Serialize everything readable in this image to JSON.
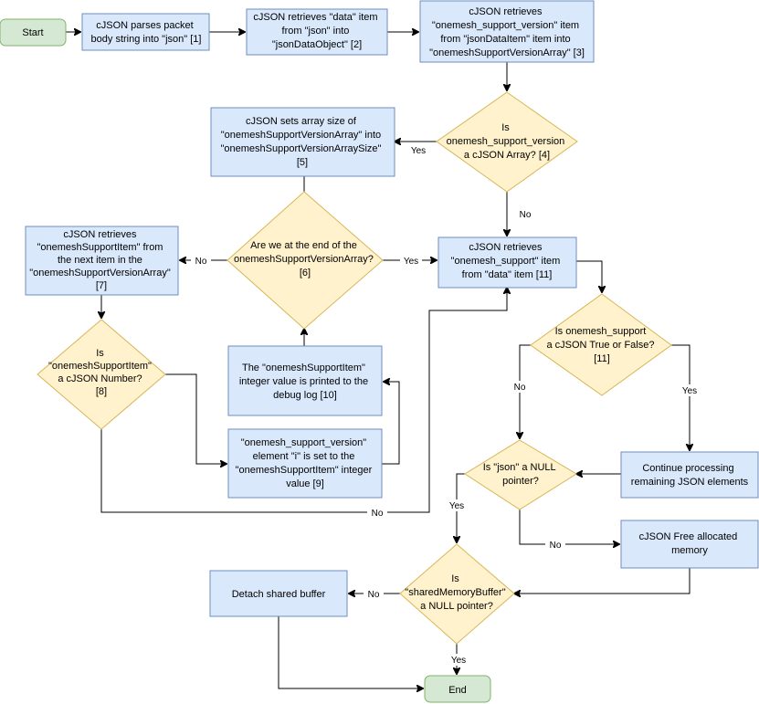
{
  "nodes": {
    "start": [
      "Start"
    ],
    "n1": [
      "cJSON parses packet",
      "body string into \"json\" [1]"
    ],
    "n2": [
      "cJSON retrieves \"data\" item",
      "from \"json\" into",
      "\"jsonDataObject\" [2]"
    ],
    "n3": [
      "cJSON retrieves",
      "\"onemesh_support_version\" item",
      "from \"jsonDataItem\" item into",
      "\"onemeshSupportVersionArray\" [3]"
    ],
    "d4": [
      "Is",
      "onemesh_support_version",
      "a cJSON Array? [4]"
    ],
    "n5": [
      "cJSON sets array size of",
      "\"onemeshSupportVersionArray\" into",
      "\"onemeshSupportVersionArraySize\"",
      "[5]"
    ],
    "d6": [
      "Are we at the end of the",
      "onemeshSupportVersionArray?",
      "[6]"
    ],
    "n7": [
      "cJSON retrieves",
      "\"onemeshSupportItem\" from",
      "the next item in the",
      "\"onemeshSupportVersionArray\"",
      "[7]"
    ],
    "d8": [
      "Is",
      "\"onemeshSupportItem\"",
      "a cJSON Number?",
      "[8]"
    ],
    "n9": [
      "\"onemesh_support_version\"",
      "element \"i\" is set to the",
      "\"onemeshSupportItem\" integer",
      "value [9]"
    ],
    "n10": [
      "The \"onemeshSupportItem\"",
      "integer value is printed to the",
      "debug log [10]"
    ],
    "n11": [
      "cJSON retrieves",
      "\"onemesh_support\" item",
      "from \"data\" item [11]"
    ],
    "d11": [
      "Is onemesh_support",
      "a cJSON True or False?",
      "[11]"
    ],
    "cont": [
      "Continue processing",
      "remaining JSON elements"
    ],
    "djson": [
      "Is \"json\" a NULL",
      "pointer?"
    ],
    "free": [
      "cJSON Free allocated",
      "memory"
    ],
    "dshared": [
      "Is",
      "\"sharedMemoryBuffer\"",
      "a NULL pointer?"
    ],
    "detach": [
      "Detach shared buffer"
    ],
    "end": [
      "End"
    ]
  },
  "edge_labels": {
    "d4_yes": "Yes",
    "d4_no": "No",
    "d6_no": "No",
    "d6_yes": "Yes",
    "d8_no": "No",
    "d11_no": "No",
    "d11_yes": "Yes",
    "djson_yes": "Yes",
    "djson_no": "No",
    "dshared_no": "No",
    "dshared_yes": "Yes"
  }
}
